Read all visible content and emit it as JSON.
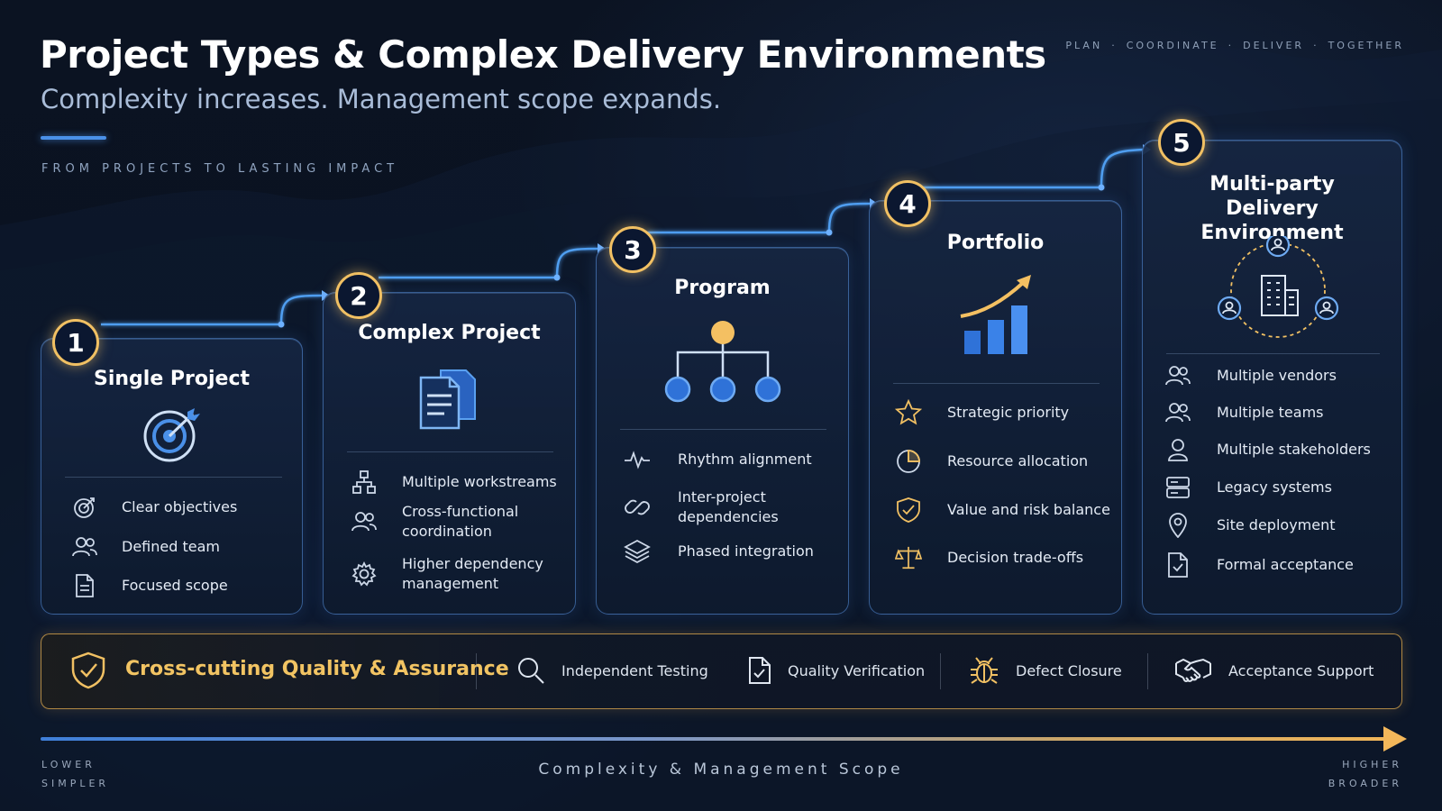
{
  "header": {
    "title": "Project Types & Complex Delivery Environments",
    "subtitle": "Complexity increases. Management scope expands.",
    "tagline": "FROM PROJECTS TO LASTING IMPACT",
    "top_right": [
      "PLAN",
      "COORDINATE",
      "DELIVER",
      "TOGETHER"
    ]
  },
  "cards": [
    {
      "number": "1",
      "title": "Single Project",
      "icon": "target-icon",
      "items": [
        {
          "icon": "target-icon",
          "label": "Clear objectives"
        },
        {
          "icon": "team-icon",
          "label": "Defined team"
        },
        {
          "icon": "document-icon",
          "label": "Focused scope"
        }
      ]
    },
    {
      "number": "2",
      "title": "Complex Project",
      "icon": "documents-icon",
      "items": [
        {
          "icon": "workstreams-icon",
          "label": "Multiple workstreams"
        },
        {
          "icon": "team-icon",
          "label": "Cross-functional coordination"
        },
        {
          "icon": "gear-icon",
          "label": "Higher dependency management"
        }
      ]
    },
    {
      "number": "3",
      "title": "Program",
      "icon": "hierarchy-icon",
      "items": [
        {
          "icon": "pulse-icon",
          "label": "Rhythm alignment"
        },
        {
          "icon": "link-icon",
          "label": "Inter-project dependencies"
        },
        {
          "icon": "layers-icon",
          "label": "Phased integration"
        }
      ]
    },
    {
      "number": "4",
      "title": "Portfolio",
      "icon": "growth-chart-icon",
      "items": [
        {
          "icon": "star-icon",
          "label": "Strategic priority"
        },
        {
          "icon": "pie-icon",
          "label": "Resource allocation"
        },
        {
          "icon": "shield-check-icon",
          "label": "Value and risk balance"
        },
        {
          "icon": "scales-icon",
          "label": "Decision trade-offs"
        }
      ]
    },
    {
      "number": "5",
      "title": "Multi-party Delivery Environment",
      "icon": "network-building-icon",
      "items": [
        {
          "icon": "team-icon",
          "label": "Multiple vendors"
        },
        {
          "icon": "team-icon",
          "label": "Multiple teams"
        },
        {
          "icon": "person-icon",
          "label": "Multiple stakeholders"
        },
        {
          "icon": "server-icon",
          "label": "Legacy systems"
        },
        {
          "icon": "location-pin-icon",
          "label": "Site deployment"
        },
        {
          "icon": "doc-check-icon",
          "label": "Formal acceptance"
        }
      ]
    }
  ],
  "quality": {
    "title": "Cross-cutting Quality & Assurance",
    "icon": "shield-check-icon",
    "items": [
      {
        "icon": "magnifier-icon",
        "label": "Independent Testing"
      },
      {
        "icon": "doc-check-icon",
        "label": "Quality Verification"
      },
      {
        "icon": "bug-icon",
        "label": "Defect Closure"
      },
      {
        "icon": "handshake-icon",
        "label": "Acceptance Support"
      }
    ]
  },
  "axis": {
    "label": "Complexity & Management Scope",
    "low": [
      "LOWER",
      "SIMPLER"
    ],
    "high": [
      "HIGHER",
      "BROADER"
    ]
  },
  "colors": {
    "accent_blue": "#4a90e8",
    "accent_gold": "#f1c063",
    "background": "#0b1322"
  }
}
